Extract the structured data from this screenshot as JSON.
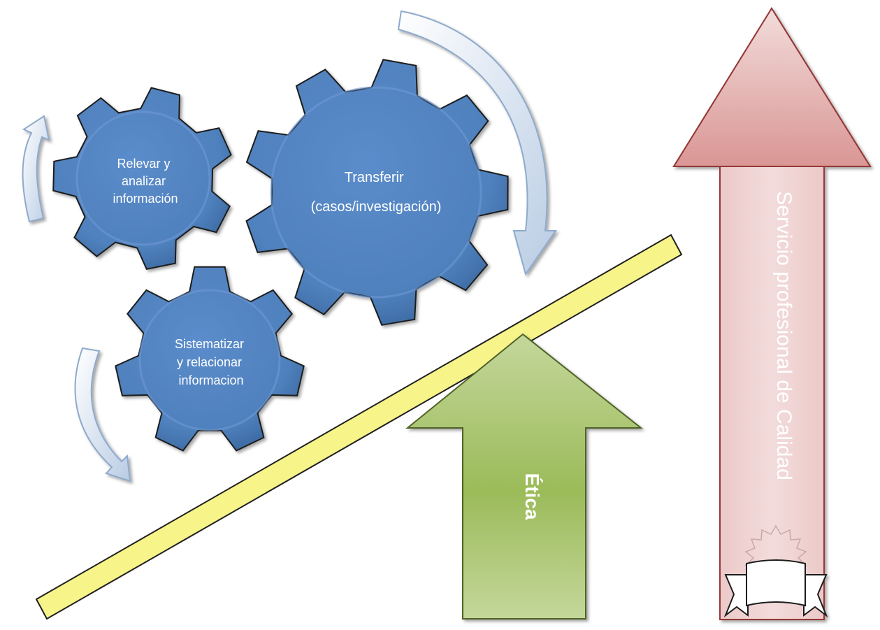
{
  "gears": [
    {
      "id": "relevar",
      "lines": [
        "Relevar y",
        "analizar",
        "información"
      ]
    },
    {
      "id": "transferir",
      "lines": [
        "Transferir",
        "(casos/investigación)"
      ]
    },
    {
      "id": "sistematizar",
      "lines": [
        "Sistematizar",
        "y relacionar",
        "informacion"
      ]
    }
  ],
  "arrows": {
    "ethics_label": "Ética",
    "quality_label": "Servicio profesional de Calidad"
  },
  "colors": {
    "gear_fill": "#4f81bd",
    "gear_stroke": "#1f1f1f",
    "bar_fill": "#f7f48a",
    "green_arrow": "#9bbb59",
    "red_arrow": "#c0504d",
    "curved_arrow": "#dbe5f1"
  },
  "icons": {
    "cycle_arrows": "curved-arrow-icon",
    "badge": "ribbon-badge-icon"
  }
}
